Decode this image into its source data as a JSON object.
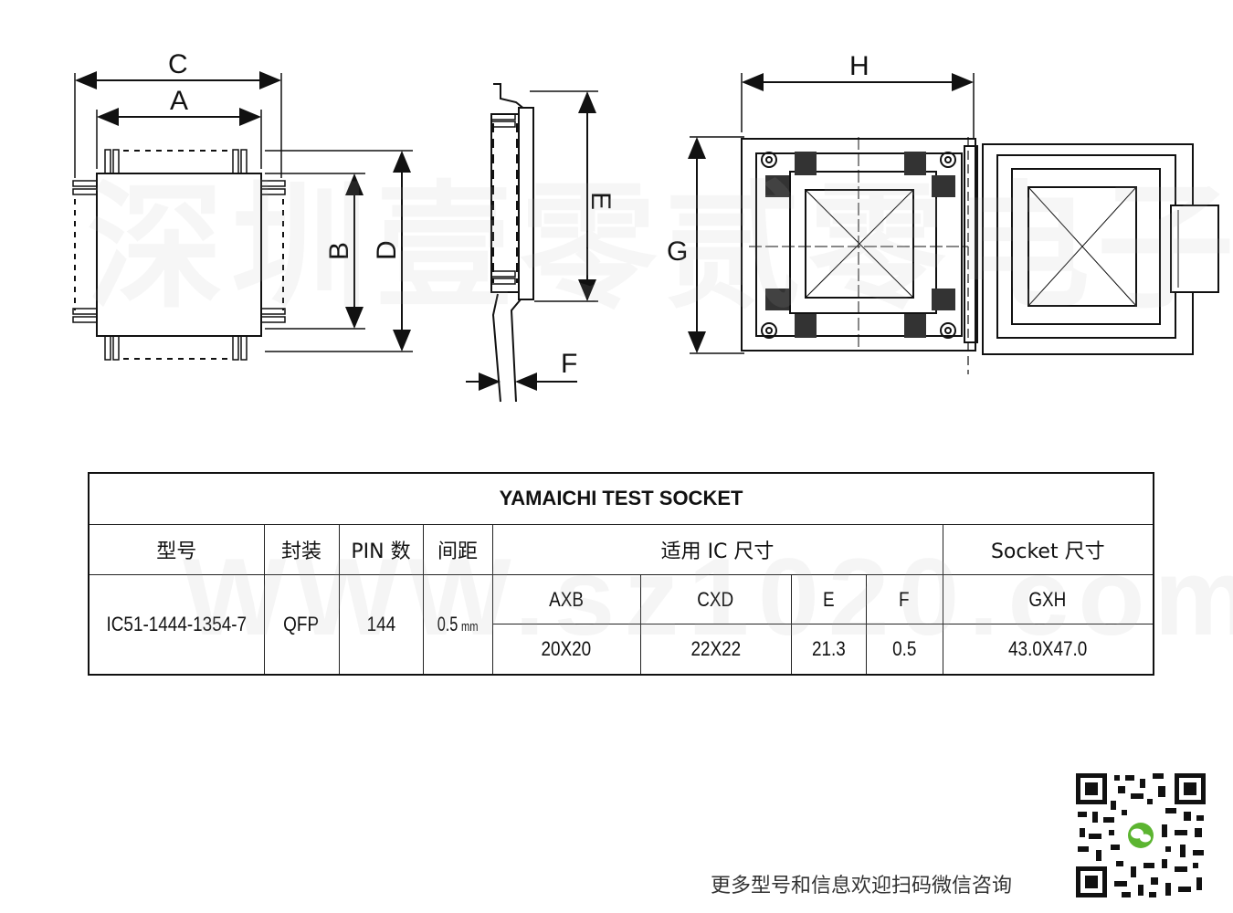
{
  "drawing_labels": {
    "C": "C",
    "A": "A",
    "B": "B",
    "D": "D",
    "E": "E",
    "F": "F",
    "H": "H",
    "G": "G"
  },
  "watermark_top": "深圳壹零贰零电子",
  "watermark_url": "WWW.sz1020.com",
  "table": {
    "title": "YAMAICHI TEST SOCKET",
    "headers": {
      "model": "型号",
      "package": "封装",
      "pin": "PIN 数",
      "pitch": "间距",
      "ic_size": "适用 IC 尺寸",
      "socket_size": "Socket 尺寸"
    },
    "sub_headers": {
      "axb": "AXB",
      "cxd": "CXD",
      "e": "E",
      "f": "F",
      "gxh": "GXH"
    },
    "row": {
      "model": "IC51-1444-1354-7",
      "package": "QFP",
      "pin": "144",
      "pitch_value": "0.5",
      "pitch_unit": "mm",
      "axb": "20X20",
      "cxd": "22X22",
      "e": "21.3",
      "f": "0.5",
      "gxh": "43.0X47.0"
    }
  },
  "footer_text": "更多型号和信息欢迎扫码微信咨询",
  "qr_icon": "wechat-qr-code-icon",
  "colors": {
    "line": "#111111",
    "wechat_green": "#5cb531"
  }
}
